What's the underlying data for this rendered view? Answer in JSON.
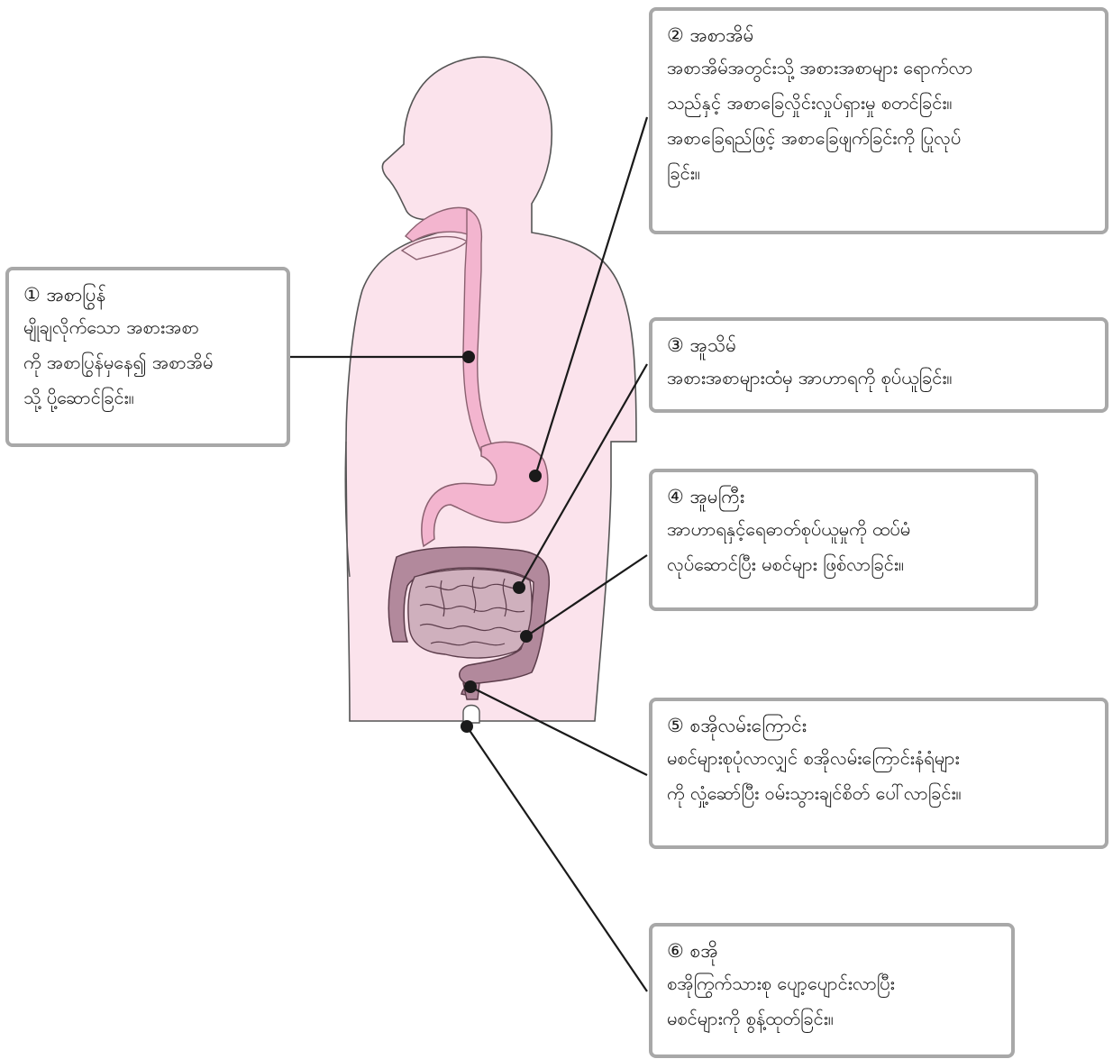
{
  "colors": {
    "body_fill": "#fbe3ec",
    "body_outline": "#555555",
    "tract_pink": "#f3b5cf",
    "tract_outline": "#8a6170",
    "intestine_fill": "#b2899c",
    "intestine_outline": "#5c3d4b",
    "leader_line": "#1a1a1a",
    "box_border": "#a8a8a8"
  },
  "labels": [
    {
      "id": "esophagus",
      "title": "① အစာပြွန်",
      "lines": [
        "မျိုချလိုက်သော အစားအစာ",
        "ကို အစာပြွန်မှနေ၍ အစာအိမ်",
        "သို့ ပို့ဆောင်ခြင်း။"
      ]
    },
    {
      "id": "stomach",
      "title": "② အစာအိမ်",
      "lines": [
        "အစာအိမ်အတွင်းသို့ အစားအစာများ ရောက်လာ",
        "သည်နှင့် အစာခြေလှိုင်းလှုပ်ရှားမှု စတင်ခြင်း။",
        "အစာခြေရည်ဖြင့် အစာခြေဖျက်ခြင်းကို ပြုလုပ်",
        "ခြင်း။"
      ]
    },
    {
      "id": "small-intestine",
      "title": "③ အူသိမ်",
      "lines": [
        "အစားအစာများထံမှ အာဟာရကို စုပ်ယူခြင်း။"
      ]
    },
    {
      "id": "large-intestine",
      "title": "④ အူမကြီး",
      "lines": [
        "အာဟာရနှင့်ရေဓာတ်စုပ်ယူမှုကို ထပ်မံ",
        "လုပ်ဆောင်ပြီး မစင်များ ဖြစ်လာခြင်း။"
      ]
    },
    {
      "id": "rectum",
      "title": "⑤ စအိုလမ်းကြောင်း",
      "lines": [
        "မစင်များစုပုံလာလျှင် စအိုလမ်းကြောင်းနံရံများ",
        "ကို လှုံ့ဆော်ပြီး ဝမ်းသွားချင်စိတ် ပေါ်လာခြင်း။"
      ]
    },
    {
      "id": "anus",
      "title": "⑥ စအို",
      "lines": [
        "စအိုကြွက်သားစု ပျော့ပျောင်းလာပြီး",
        "မစင်များကို စွန့်ထုတ်ခြင်း။"
      ]
    }
  ]
}
